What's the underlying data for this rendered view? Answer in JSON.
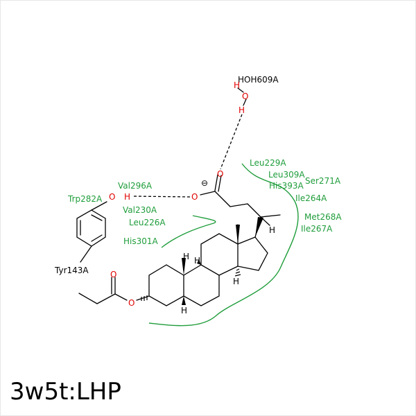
{
  "title": "3w5t:LHP",
  "water_label": "HOH609A",
  "tyr_label": "Tyr143A",
  "atoms": {
    "o": "O",
    "h": "H",
    "charge": "⊖"
  },
  "residues": {
    "leu229": "Leu229A",
    "leu309": "Leu309A",
    "ser271": "Ser271A",
    "his393": "His393A",
    "ile264": "Ile264A",
    "met268": "Met268A",
    "ile267": "Ile267A",
    "val296": "Val296A",
    "trp282": "Trp282A",
    "val230": "Val230A",
    "leu226": "Leu226A",
    "his301": "His301A"
  },
  "colors": {
    "residue": "#1f9d3b",
    "heteroatom": "#e00000",
    "bond": "#000000"
  }
}
